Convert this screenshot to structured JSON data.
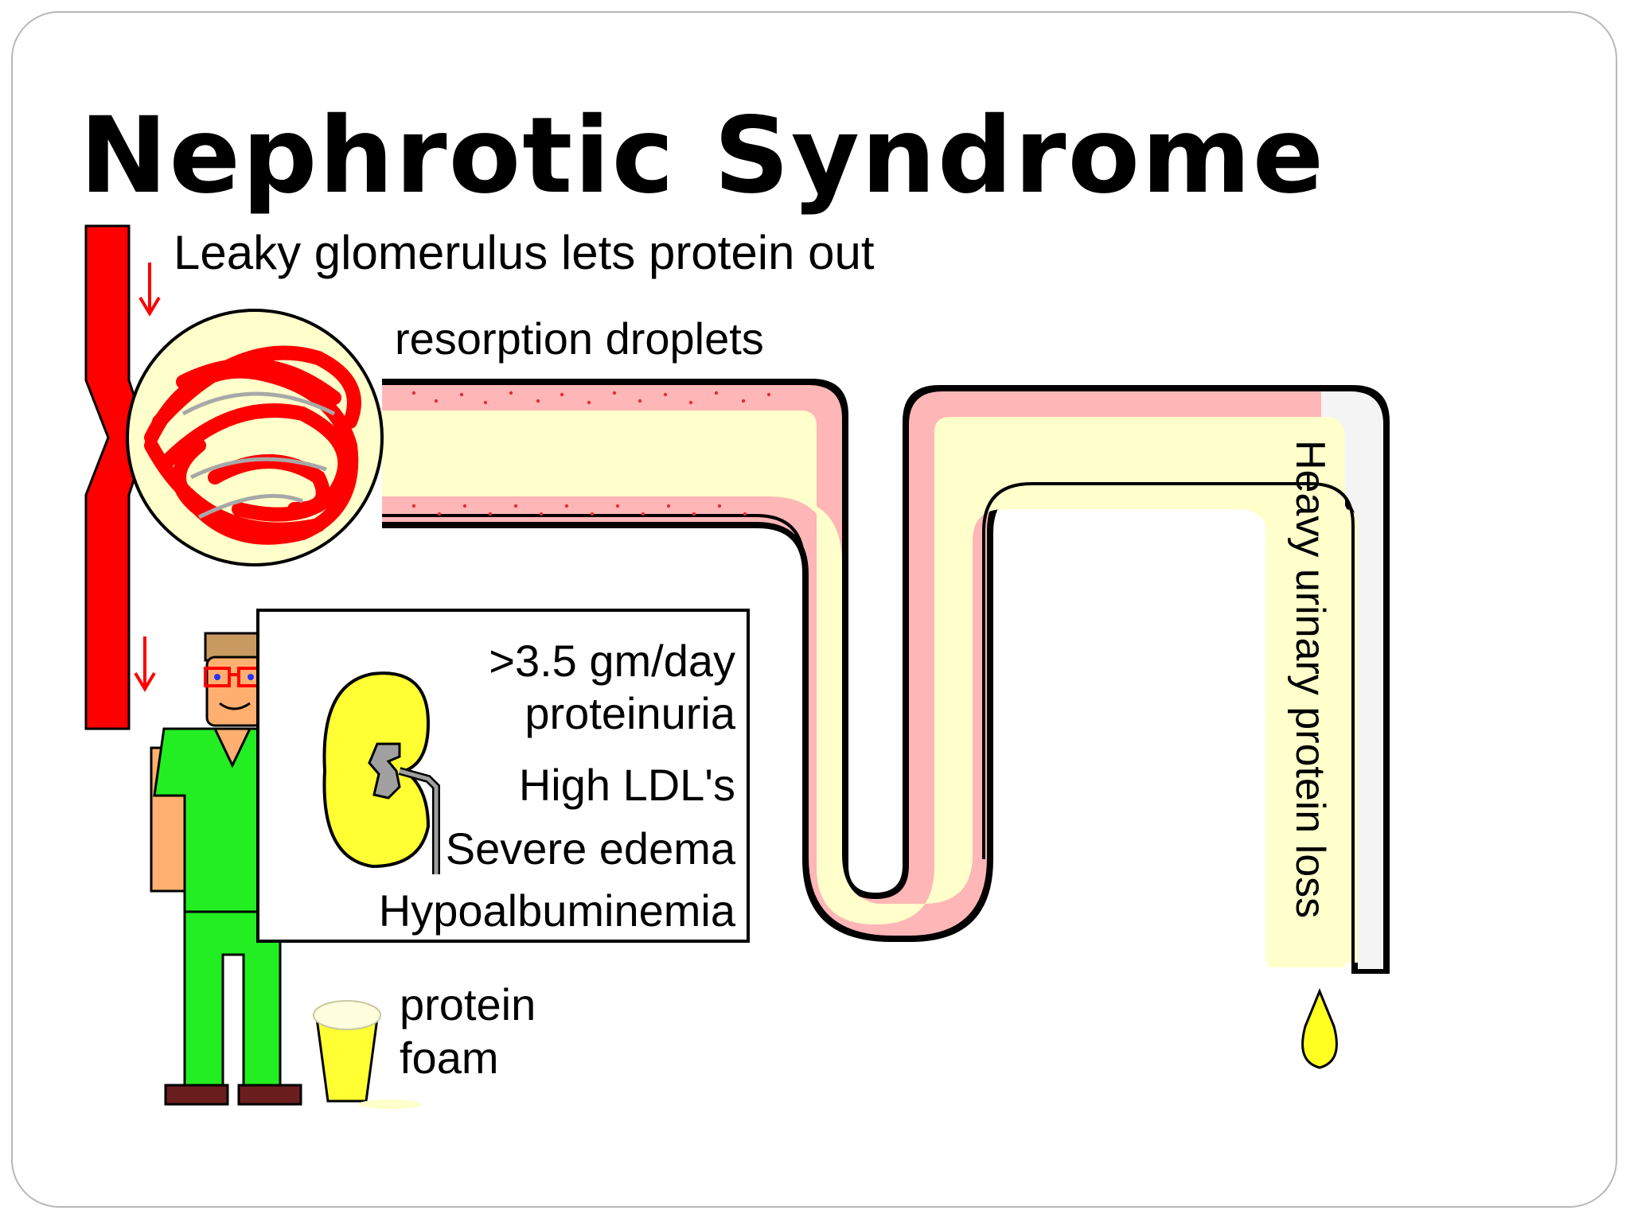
{
  "title": "Nephrotic Syndrome",
  "labels": {
    "leaky": "Leaky glomerulus lets protein out",
    "resorption": "resorption droplets",
    "urinary_loss": "Heavy urinary protein loss",
    "foam_line1": "protein",
    "foam_line2": "foam"
  },
  "findings": [
    ">3.5 gm/day",
    "proteinuria",
    "High LDL's",
    "Severe edema",
    "Hypoalbuminemia"
  ],
  "colors": {
    "vessel": "#ff0000",
    "tubule": "#ffffcc",
    "droplets": "#ffb6b6",
    "kidney": "#ffff33",
    "scrubs": "#22ee22",
    "skin": "#ffb070",
    "shoes": "#6b1e1e",
    "urine_drop": "#ffff22"
  }
}
